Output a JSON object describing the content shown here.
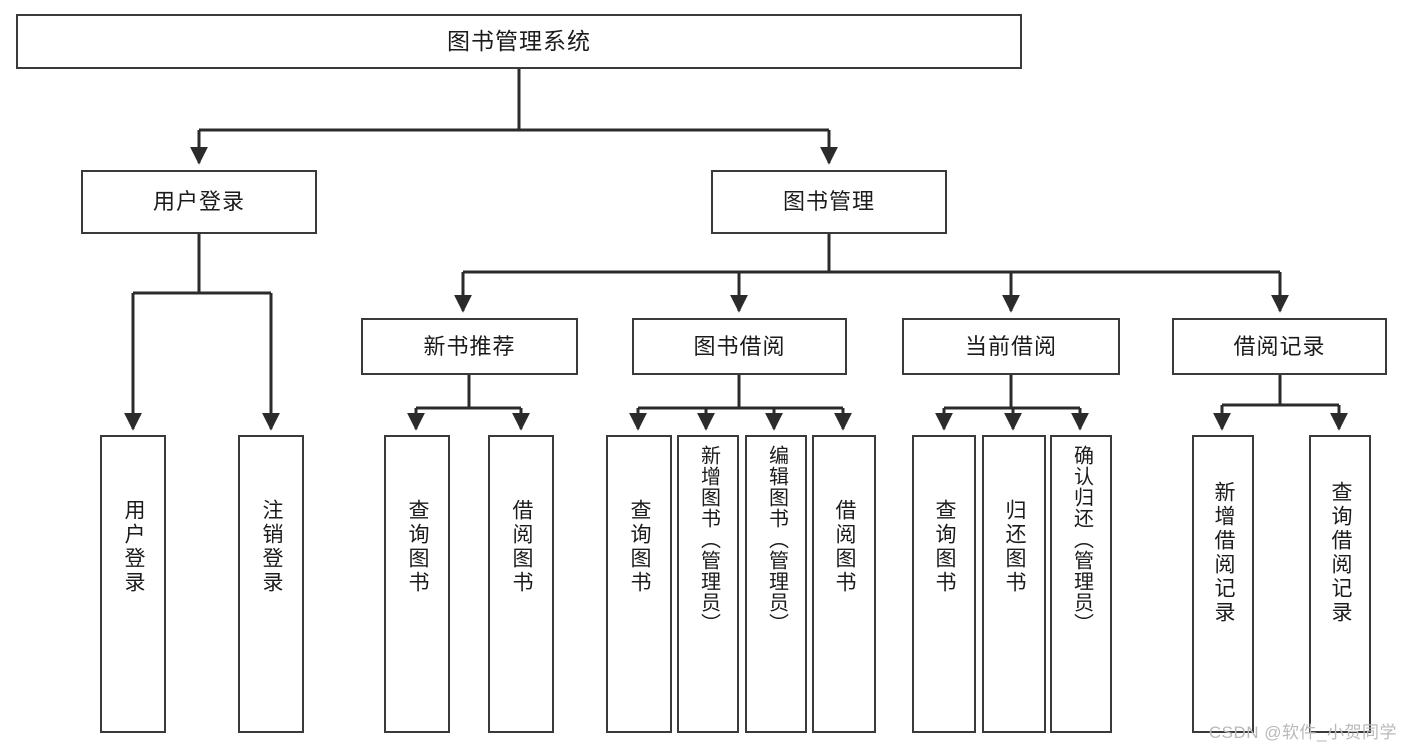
{
  "diagram": {
    "title": "图书管理系统",
    "type": "tree-hierarchy",
    "watermark": "CSDN @软件_小贺同学",
    "colors": {
      "background": "#ffffff",
      "box_border": "#3a3a3a",
      "box_fill": "#ffffff",
      "connector": "#2b2b2b",
      "text": "#1b1b1b",
      "watermark": "#b9b9b9"
    },
    "root": {
      "label": "图书管理系统"
    },
    "level2": [
      {
        "label": "用户登录"
      },
      {
        "label": "图书管理"
      }
    ],
    "level3": [
      {
        "label": "新书推荐"
      },
      {
        "label": "图书借阅"
      },
      {
        "label": "当前借阅"
      },
      {
        "label": "借阅记录"
      }
    ],
    "leaves": {
      "user_login": [
        {
          "label": "用户登录"
        },
        {
          "label": "注销登录"
        }
      ],
      "new_book_recommend": [
        {
          "label": "查询图书"
        },
        {
          "label": "借阅图书"
        }
      ],
      "book_borrow": [
        {
          "label": "查询图书"
        },
        {
          "label": "新增图书（管理员）"
        },
        {
          "label": "编辑图书（管理员）"
        },
        {
          "label": "借阅图书"
        }
      ],
      "current_borrow": [
        {
          "label": "查询图书"
        },
        {
          "label": "归还图书"
        },
        {
          "label": "确认归还（管理员）"
        }
      ],
      "borrow_record": [
        {
          "label": "新增借阅记录"
        },
        {
          "label": "查询借阅记录"
        }
      ]
    }
  }
}
